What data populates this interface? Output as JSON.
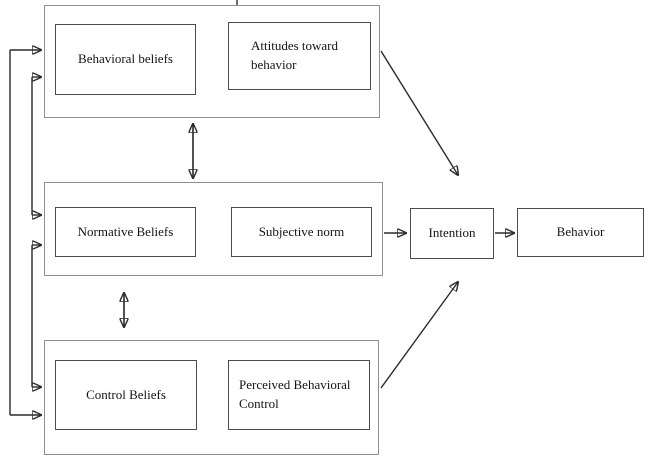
{
  "diagram": {
    "model": "theory-of-planned-behavior-flow-diagram",
    "nodes": {
      "behavioral_beliefs": "Behavioral beliefs",
      "attitudes_toward_behavior": "Attitudes toward behavior",
      "normative_beliefs": "Normative Beliefs",
      "subjective_norm": "Subjective norm",
      "control_beliefs": "Control Beliefs",
      "perceived_behavioral_control": "Perceived Behavioral Control",
      "intention": "Intention",
      "behavior": "Behavior"
    },
    "edges": [
      {
        "from": "behavioral_beliefs",
        "to": "attitudes_toward_behavior",
        "style": "single-arrow"
      },
      {
        "from": "normative_beliefs",
        "to": "subjective_norm",
        "style": "single-arrow"
      },
      {
        "from": "control_beliefs",
        "to": "perceived_behavioral_control",
        "style": "single-arrow"
      },
      {
        "from": "attitudes_toward_behavior_group",
        "to": "intention",
        "style": "single-arrow-diagonal"
      },
      {
        "from": "normative_group",
        "to": "intention",
        "style": "single-arrow"
      },
      {
        "from": "perceived_behavioral_control_group",
        "to": "intention",
        "style": "single-arrow-diagonal"
      },
      {
        "from": "intention",
        "to": "behavior",
        "style": "single-arrow"
      },
      {
        "from": "behavioral_group",
        "to": "normative_group",
        "style": "double-headed-vertical"
      },
      {
        "from": "normative_group",
        "to": "control_group",
        "style": "double-headed-vertical"
      },
      {
        "from": "behavioral_group",
        "to": "normative_group",
        "style": "left-loop-double-headed"
      },
      {
        "from": "normative_group",
        "to": "control_group",
        "style": "left-loop-double-headed"
      },
      {
        "from": "behavioral_group",
        "to": "control_group",
        "style": "left-loop-double-headed"
      }
    ],
    "colors": {
      "background": "#ffffff",
      "group_border": "#8f8f8f",
      "node_border": "#4c4c4c",
      "arrow": "#2b2b2b",
      "text": "#141414"
    }
  }
}
